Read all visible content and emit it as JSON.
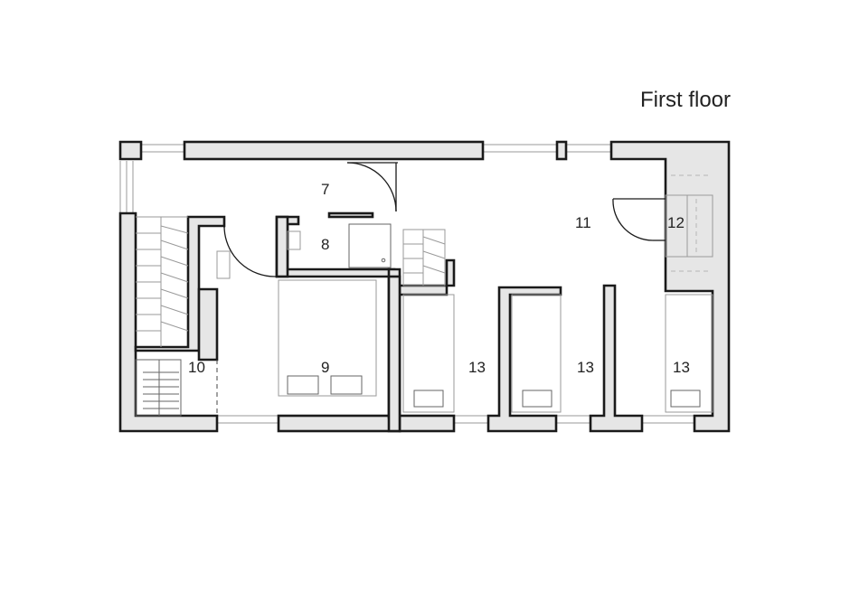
{
  "title": "First floor",
  "rooms": {
    "r7": "7",
    "r8": "8",
    "r9": "9",
    "r10": "10",
    "r11": "11",
    "r12": "12",
    "r13a": "13",
    "r13b": "13",
    "r13c": "13"
  }
}
